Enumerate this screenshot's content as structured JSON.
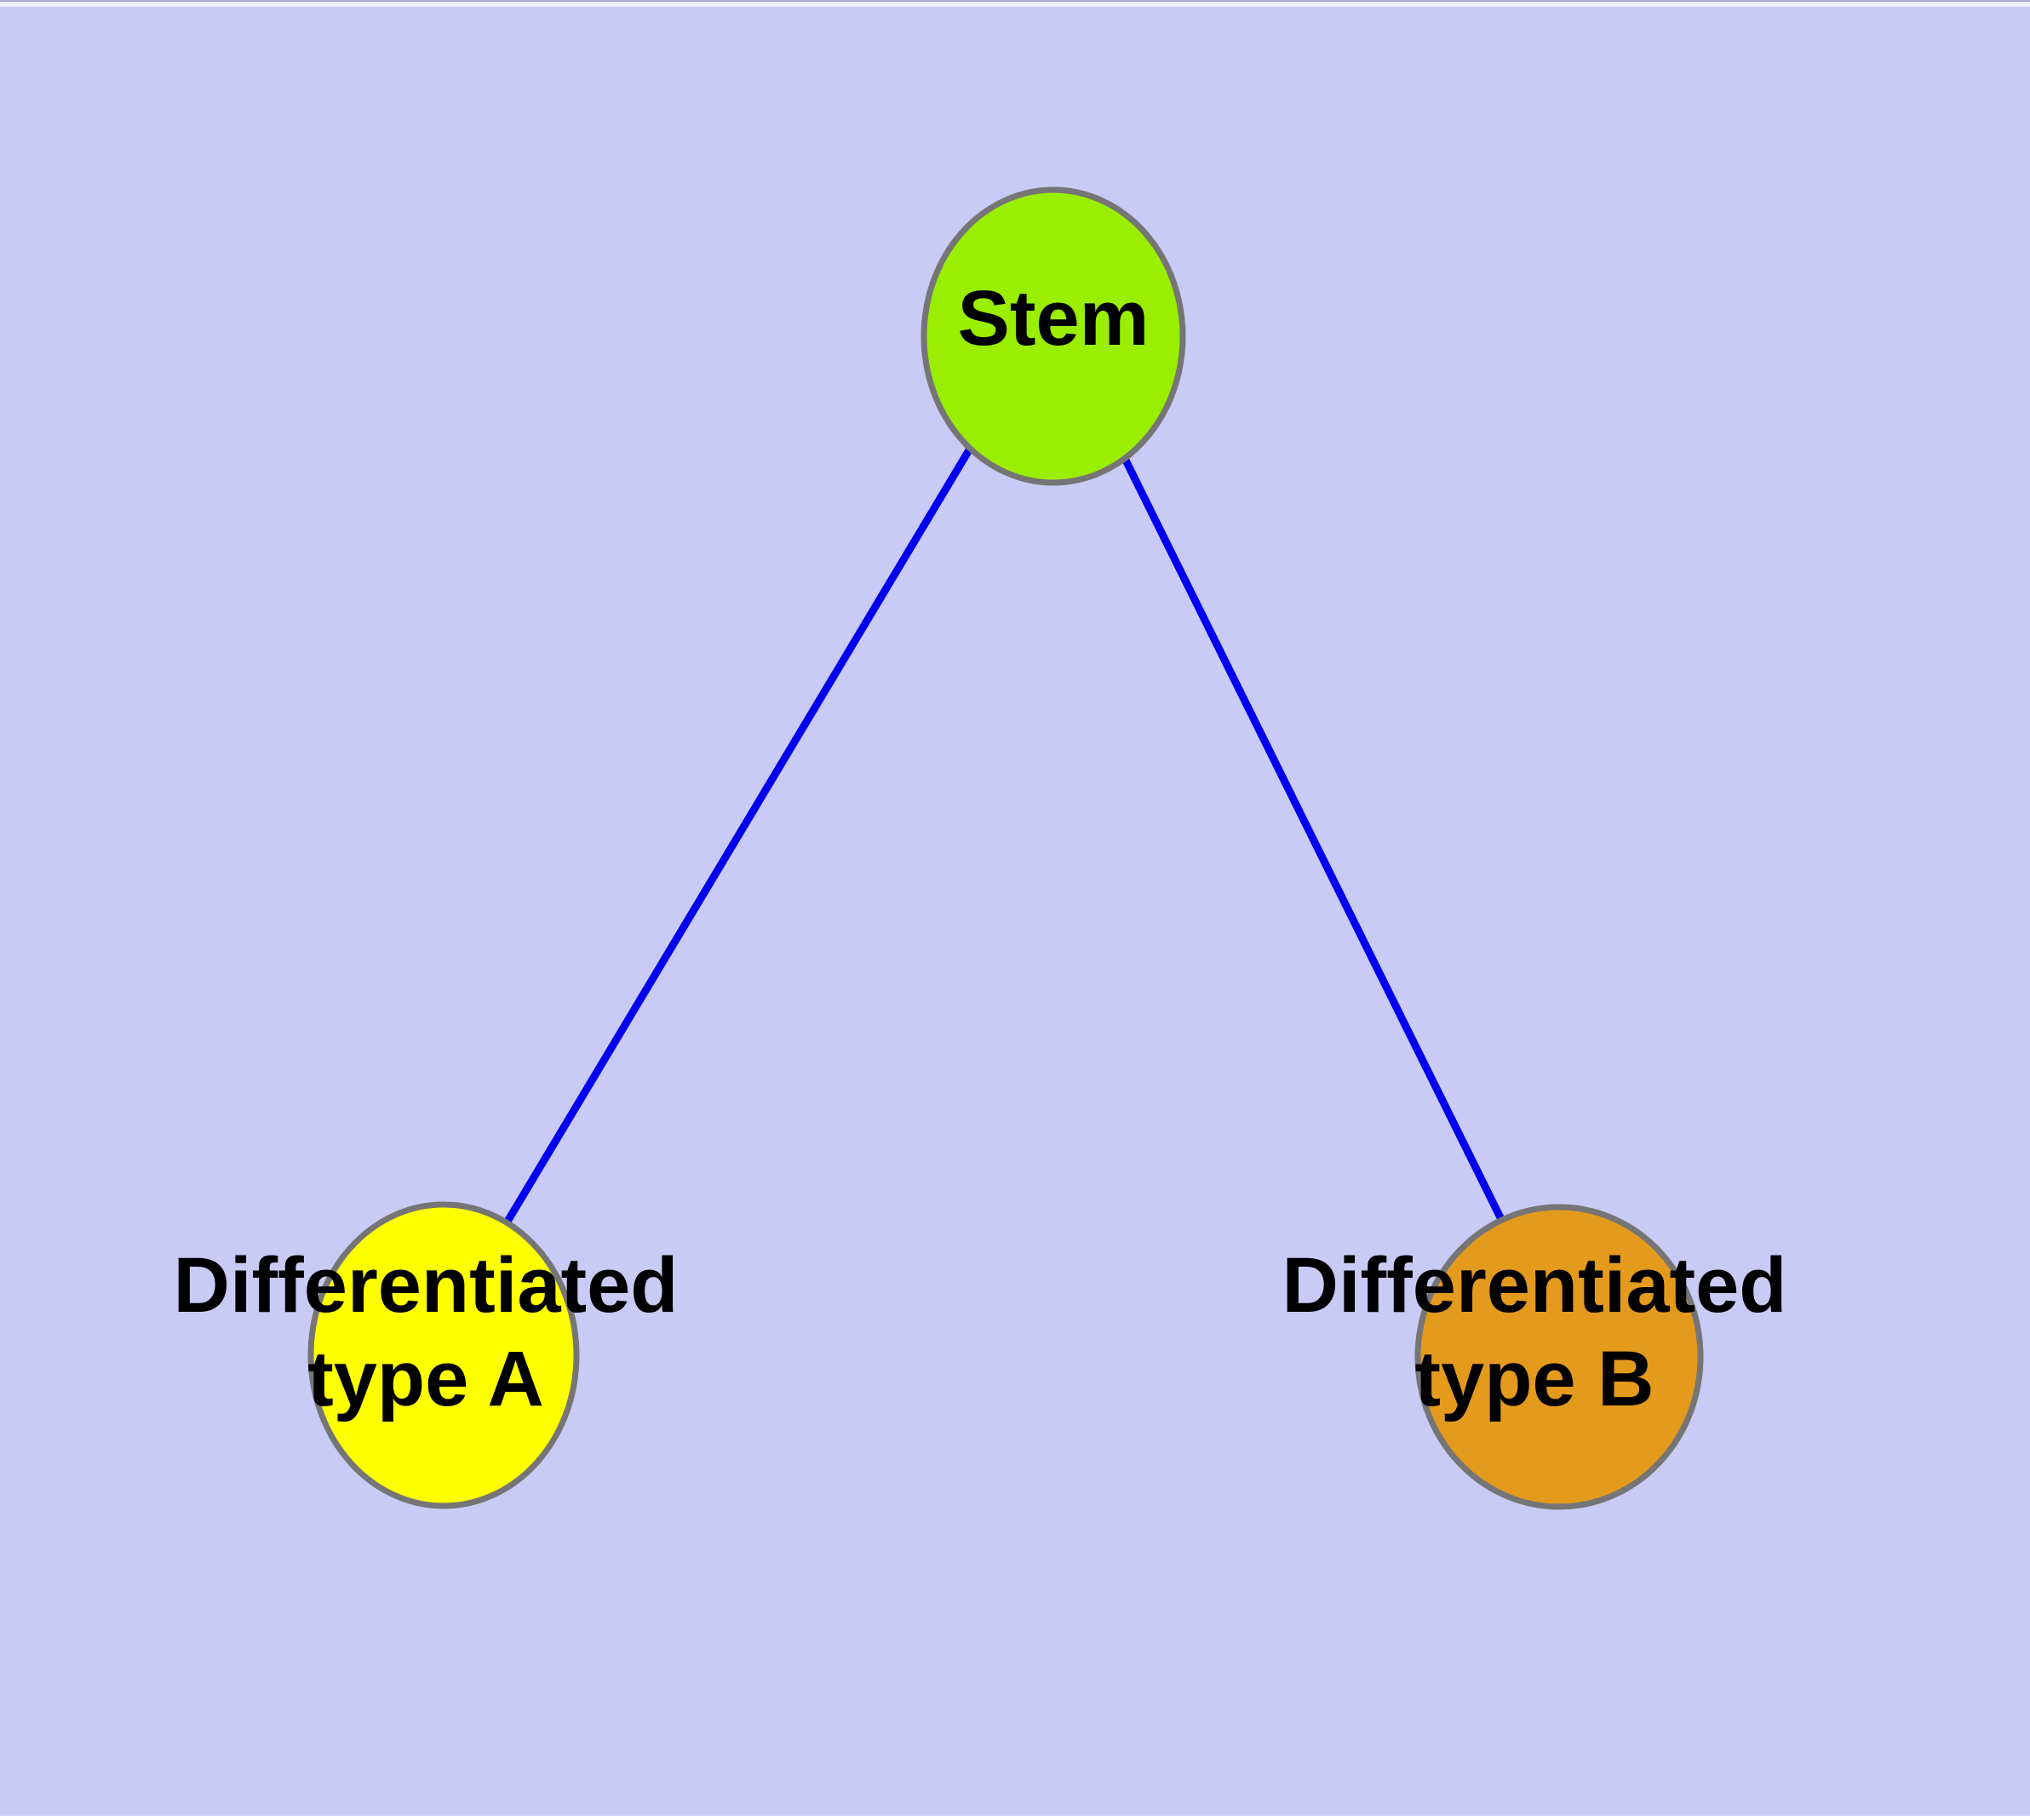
{
  "diagram": {
    "type": "node-link-graph",
    "background_color": "#cacaf6",
    "edge_color": "#0000ee",
    "node_border_color": "#757575",
    "label_color": "#000000",
    "nodes": {
      "stem": {
        "label": "Stem",
        "fill": "#9aee00"
      },
      "type_a": {
        "label_line1": "Differentiated",
        "label_line2": "type A",
        "fill": "#ffff00"
      },
      "type_b": {
        "label_line1": "Differentiated",
        "label_line2": "type B",
        "fill": "#e49a1d"
      }
    },
    "edges": [
      {
        "from": "Stem",
        "to": "Differentiated type A"
      },
      {
        "from": "Stem",
        "to": "Differentiated type B"
      }
    ]
  }
}
